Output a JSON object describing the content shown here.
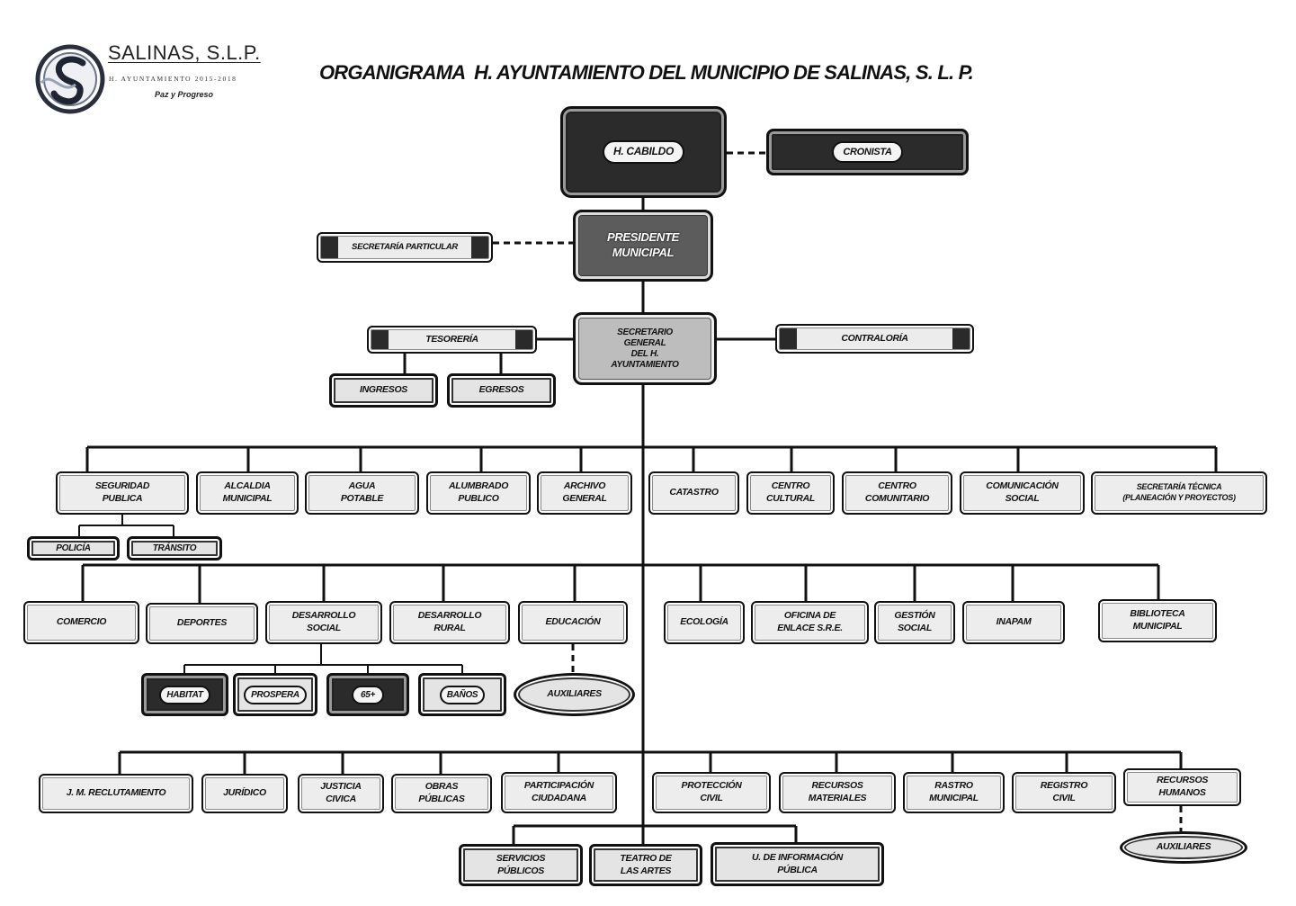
{
  "header": {
    "logo_name": "SALINAS, S.L.P.",
    "logo_sub": "H. AYUNTAMIENTO 2015-2018",
    "logo_motto": "Paz y Progreso",
    "title": "ORGANIGRAMA  H. AYUNTAMIENTO DEL MUNICIPIO DE SALINAS, S. L. P."
  },
  "org": {
    "cabildo": "H. CABILDO",
    "cronista": "CRONISTA",
    "presidente": "PRESIDENTE\nMUNICIPAL",
    "secretaria_particular": "SECRETARÍA PARTICULAR",
    "secretario_general": "SECRETARIO\nGENERAL\nDEL H.\nAYUNTAMIENTO",
    "tesoreria": "TESORERÍA",
    "ingresos": "INGRESOS",
    "egresos": "EGRESOS",
    "contraloria": "CONTRALORÍA",
    "row1": [
      "SEGURIDAD\nPUBLICA",
      "ALCALDIA\nMUNICIPAL",
      "AGUA\nPOTABLE",
      "ALUMBRADO\nPUBLICO",
      "ARCHIVO\nGENERAL",
      "CATASTRO",
      "CENTRO\nCULTURAL",
      "CENTRO\nCOMUNITARIO",
      "COMUNICACIÓN\nSOCIAL",
      "SECRETARÍA TÉCNICA\n(PLANEACIÓN Y PROYECTOS)"
    ],
    "seguridad_sub": [
      "POLICÍA",
      "TRÁNSITO"
    ],
    "row2": [
      "COMERCIO",
      "DEPORTES",
      "DESARROLLO\nSOCIAL",
      "DESARROLLO\nRURAL",
      "EDUCACIÓN",
      "ECOLOGÍA",
      "OFICINA DE\nENLACE S.R.E.",
      "GESTIÓN\nSOCIAL",
      "INAPAM",
      "BIBLIOTECA\nMUNICIPAL"
    ],
    "desarrollo_social_sub": [
      "HABITAT",
      "PROSPERA",
      "65+",
      "BAÑOS"
    ],
    "educacion_aux": "AUXILIARES",
    "row3": [
      "J. M. RECLUTAMIENTO",
      "JURÍDICO",
      "JUSTICIA\nCIVICA",
      "OBRAS\nPÚBLICAS",
      "PARTICIPACIÓN\nCIUDADANA",
      "PROTECCIÓN\nCIVIL",
      "RECURSOS\nMATERIALES",
      "RASTRO\nMUNICIPAL",
      "REGISTRO\nCIVIL",
      "RECURSOS\nHUMANOS"
    ],
    "rh_aux": "AUXILIARES",
    "row4": [
      "SERVICIOS\nPÚBLICOS",
      "TEATRO DE\nLAS ARTES",
      "U. DE INFORMACIÓN\nPÚBLICA"
    ]
  }
}
